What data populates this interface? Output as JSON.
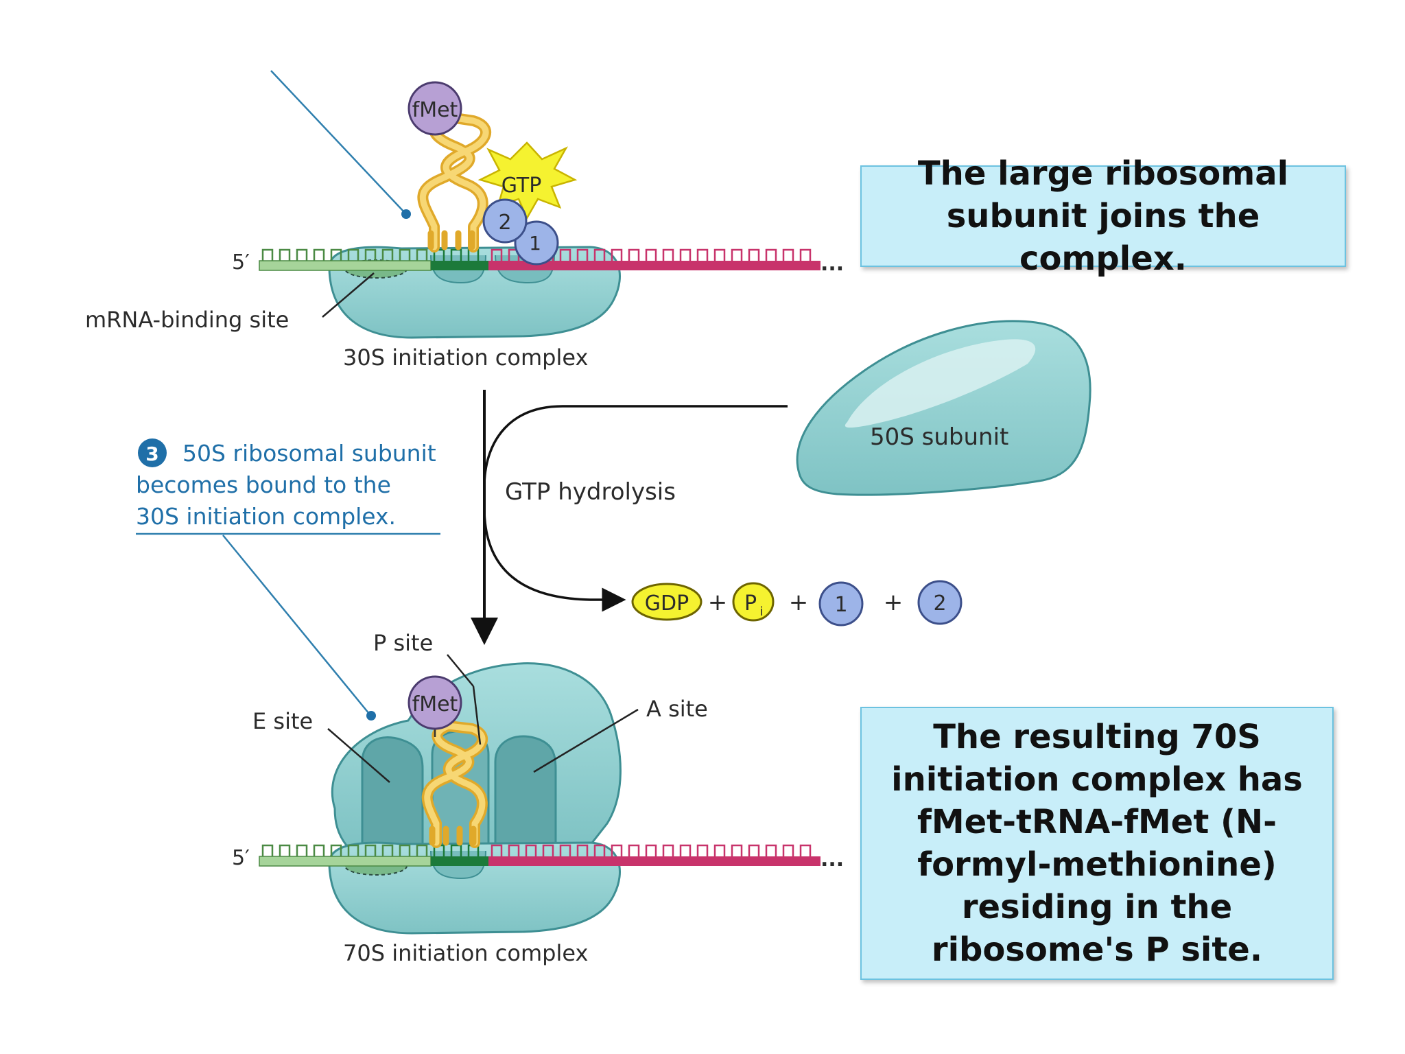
{
  "callouts": {
    "top": "The large ribosomal subunit joins the complex.",
    "bottom": "The resulting 70S initiation complex has fMet-tRNA-fMet (N-formyl-methionine) residing in the ribosome's P site."
  },
  "labels": {
    "fmet": "fMet",
    "gtp": "GTP",
    "factor1": "1",
    "factor2": "2",
    "five_prime": "5′",
    "ellipsis": "...",
    "mrna_binding_site": "mRNA-binding site",
    "complex_30s": "30S initiation complex",
    "subunit_50s": "50S subunit",
    "gtp_hydrolysis": "GTP hydrolysis",
    "step_number": "3",
    "step_line1": "50S ribosomal subunit",
    "step_line2": "becomes bound to the",
    "step_line3": "30S initiation complex.",
    "gdp": "GDP",
    "plus": "+",
    "pi_p": "P",
    "pi_i": "i",
    "p_site": "P site",
    "e_site": "E site",
    "a_site": "A site",
    "complex_70s": "70S initiation complex"
  },
  "colors": {
    "ribosome": "#8fcfcf",
    "ribosome_dark": "#3e8f93",
    "mrna_coding": "#c8336b",
    "mrna_leader": "#a6d49a",
    "start_codon": "#1c7a3a",
    "trna": "#f2c955",
    "fmet": "#b7a0d4",
    "gtp": "#f5f230",
    "factor": "#9db4e8",
    "callout_bg": "#c8eef9",
    "callout_border": "#6cc2e0"
  }
}
